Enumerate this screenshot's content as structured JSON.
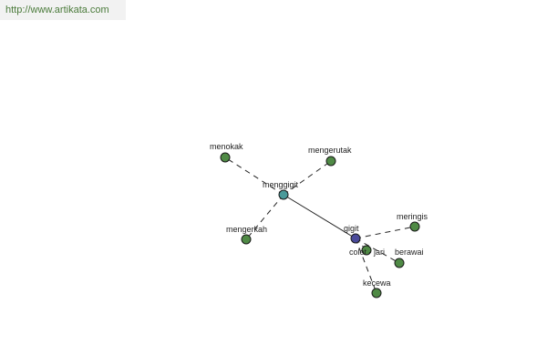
{
  "site": {
    "url": "http://www.artikata.com"
  },
  "graph": {
    "colors": {
      "leaf": "#4f8a45",
      "hub": "#4a9a9a",
      "root": "#4a4a9a",
      "edge": "#222222"
    },
    "nodes": [
      {
        "id": "menggigit",
        "label": "menggigit",
        "kind": "hub"
      },
      {
        "id": "gigit",
        "label": "gigit",
        "kind": "root"
      },
      {
        "id": "menokak",
        "label": "menokak",
        "kind": "leaf"
      },
      {
        "id": "mengerutak",
        "label": "mengerutak",
        "kind": "leaf"
      },
      {
        "id": "mengerkah",
        "label": "mengerkah",
        "kind": "leaf"
      },
      {
        "id": "meringis",
        "label": "meringis",
        "kind": "leaf"
      },
      {
        "id": "berawai",
        "label": "berawai",
        "kind": "leaf"
      },
      {
        "id": "colot-jari",
        "label": "colot - jari",
        "kind": "leaf"
      },
      {
        "id": "kecewa",
        "label": "kecewa",
        "kind": "leaf"
      }
    ],
    "edges": [
      {
        "from": "menggigit",
        "to": "gigit",
        "style": "solid"
      },
      {
        "from": "menggigit",
        "to": "menokak",
        "style": "dashed"
      },
      {
        "from": "menggigit",
        "to": "mengerutak",
        "style": "dashed"
      },
      {
        "from": "menggigit",
        "to": "mengerkah",
        "style": "dashed"
      },
      {
        "from": "gigit",
        "to": "meringis",
        "style": "dashed"
      },
      {
        "from": "gigit",
        "to": "berawai",
        "style": "dashed"
      },
      {
        "from": "gigit",
        "to": "colot-jari",
        "style": "dashed"
      },
      {
        "from": "gigit",
        "to": "kecewa",
        "style": "dashed"
      }
    ]
  }
}
